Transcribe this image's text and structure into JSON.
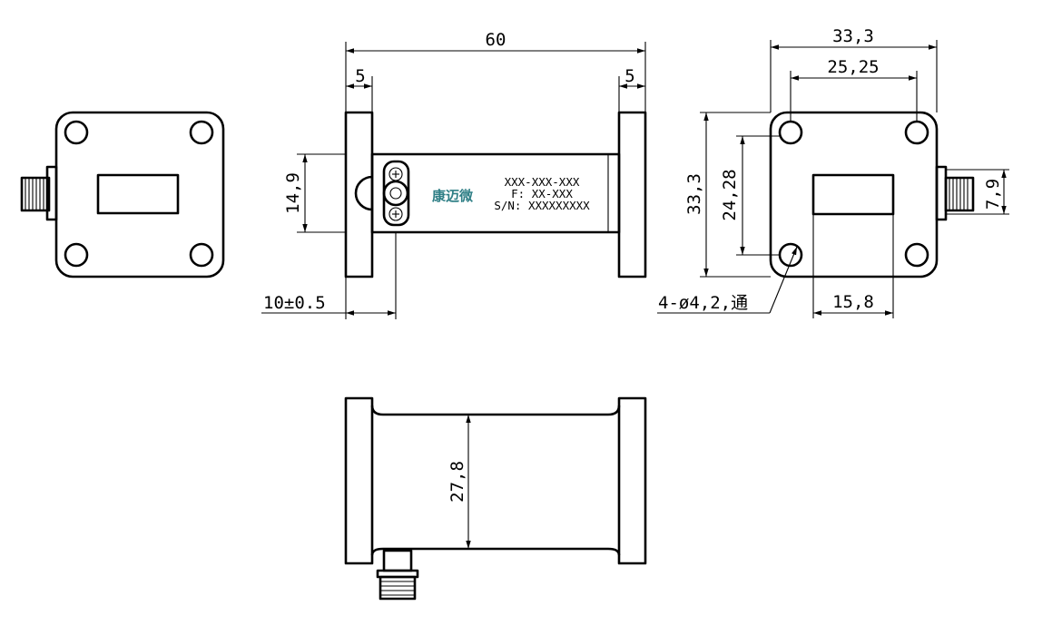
{
  "dimensions": {
    "total_length": "60",
    "flange_thickness_left": "5",
    "flange_thickness_right": "5",
    "body_height": "14,9",
    "connector_offset": "10±0.5",
    "flange_width": "33,3",
    "hole_spacing_h": "25,25",
    "flange_height": "33,3",
    "hole_spacing_v": "24,28",
    "connector_center_height": "7,9",
    "holes": "4-ø4,2,通",
    "aperture_width": "15,8",
    "bottom_body_width": "27,8"
  },
  "label": {
    "brand": "康迈微",
    "model": "XXX-XXX-XXX",
    "frequency": "F: XX-XXX",
    "serial": "S/N: XXXXXXXXX"
  }
}
